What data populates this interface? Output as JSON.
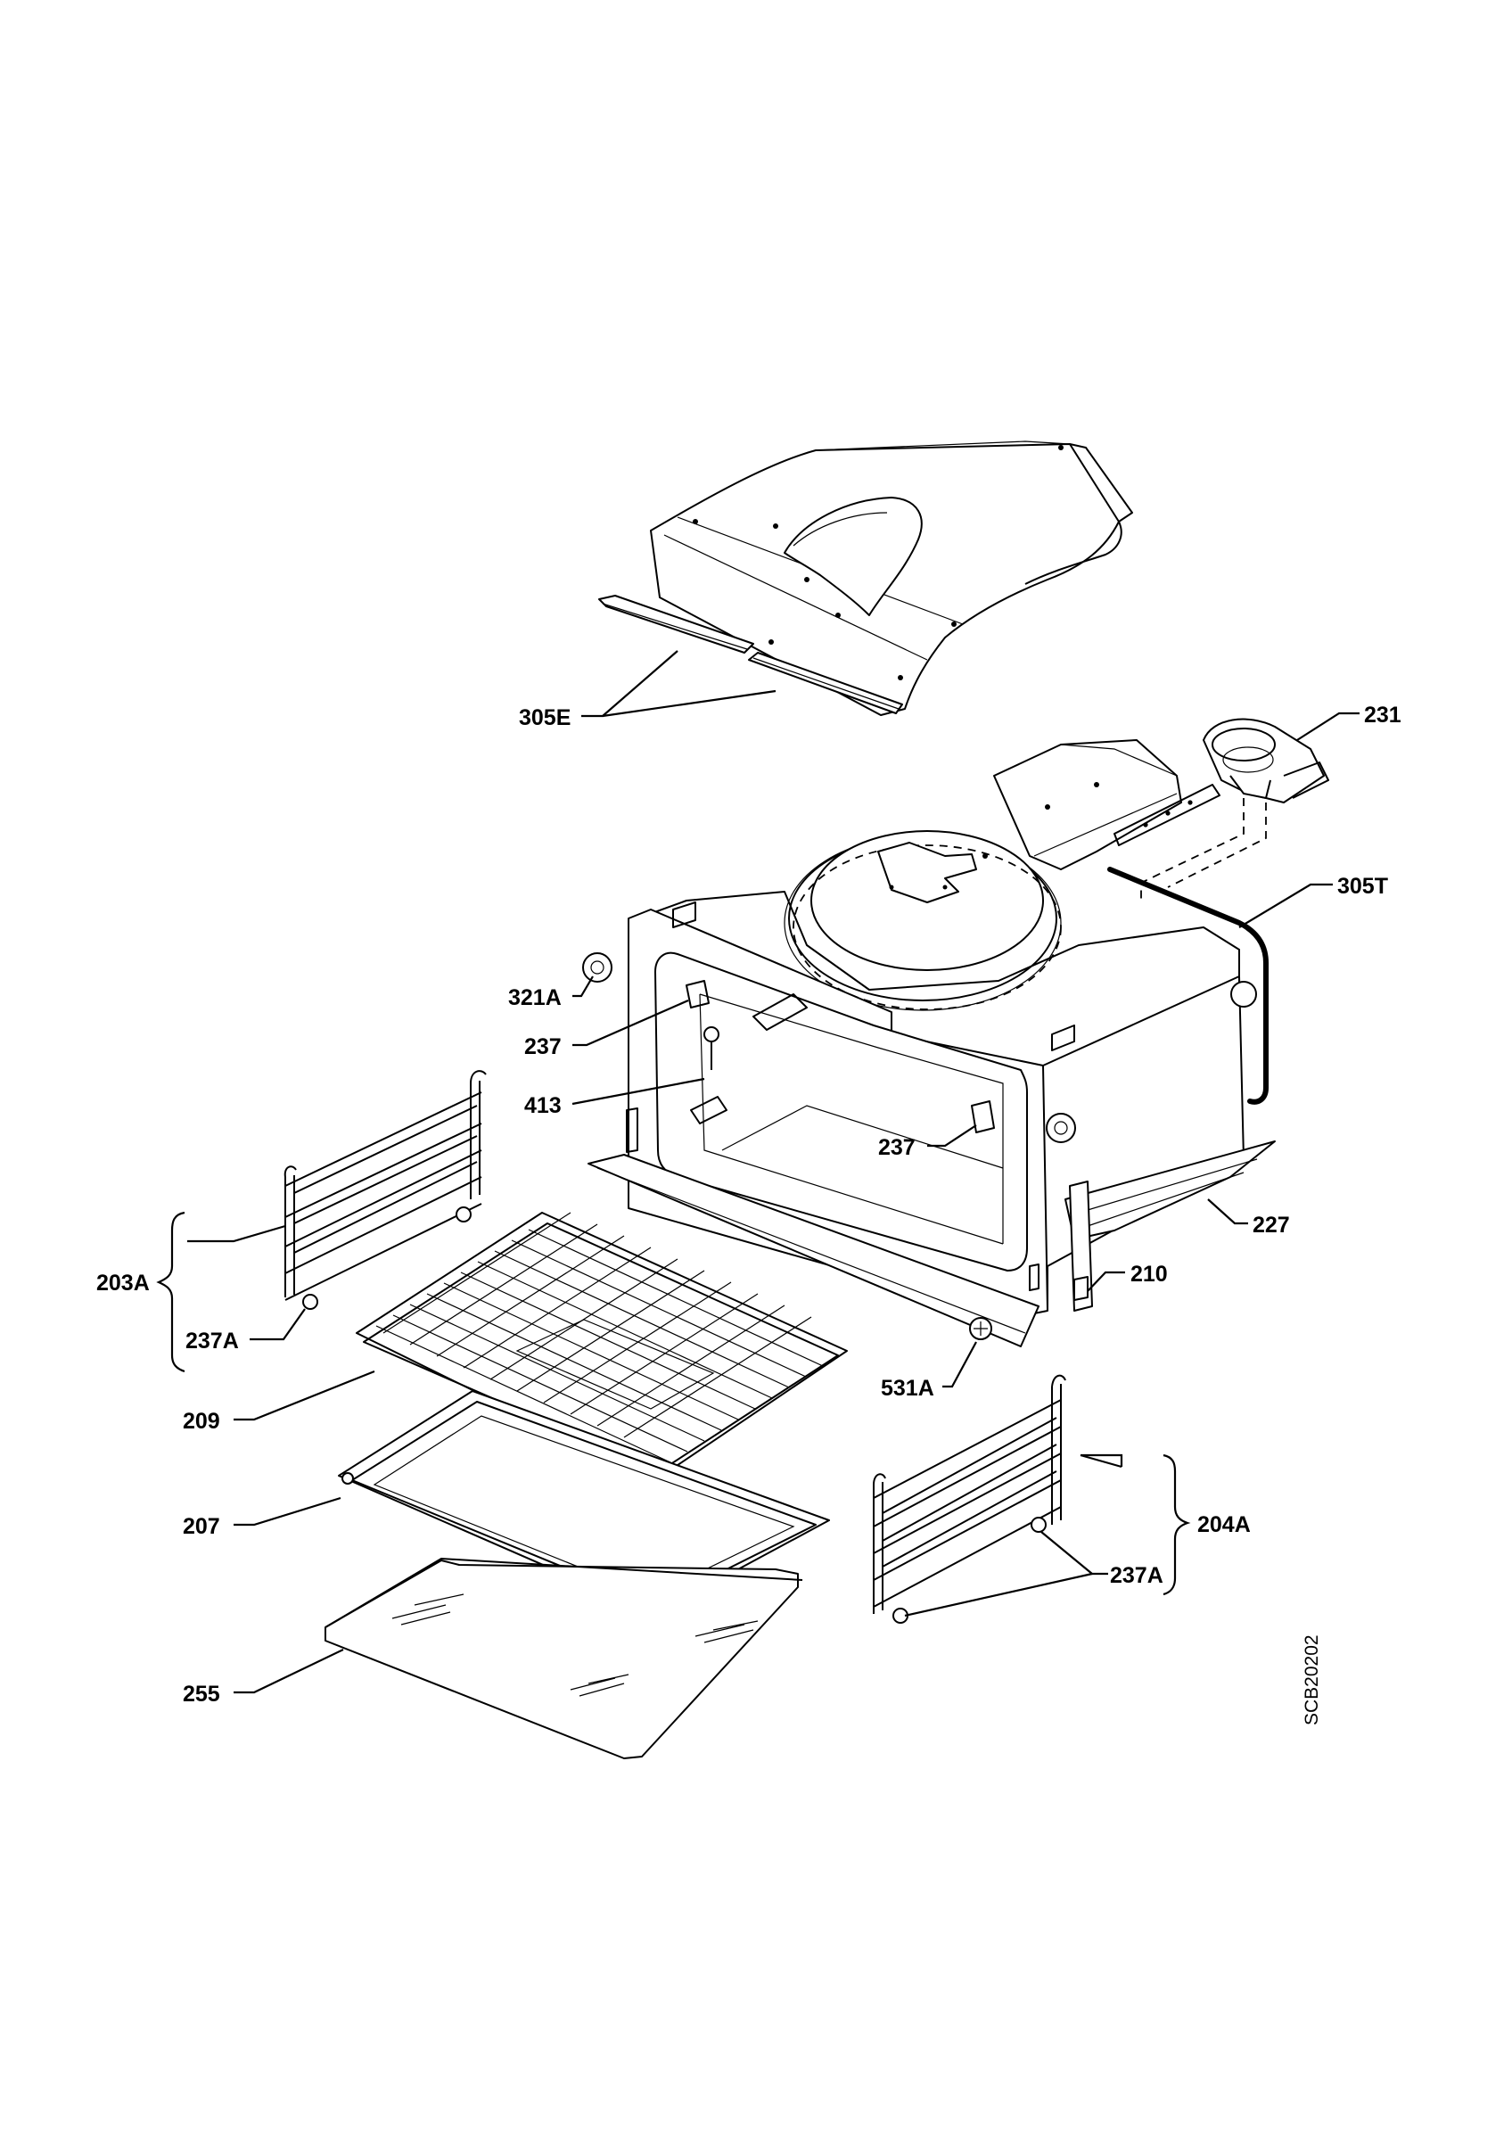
{
  "labels": {
    "l305E": "305E",
    "l231": "231",
    "l305T": "305T",
    "l321A": "321A",
    "l237a": "237",
    "l413": "413",
    "l237b": "237",
    "l227": "227",
    "l203A": "203A",
    "l210": "210",
    "l237Aa": "237A",
    "l531A": "531A",
    "l209": "209",
    "l204A": "204A",
    "l207": "207",
    "l237Ab": "237A",
    "l255": "255"
  },
  "drawing_ref": "SCB20202",
  "colors": {
    "ink": "#000000",
    "paper": "#ffffff"
  }
}
